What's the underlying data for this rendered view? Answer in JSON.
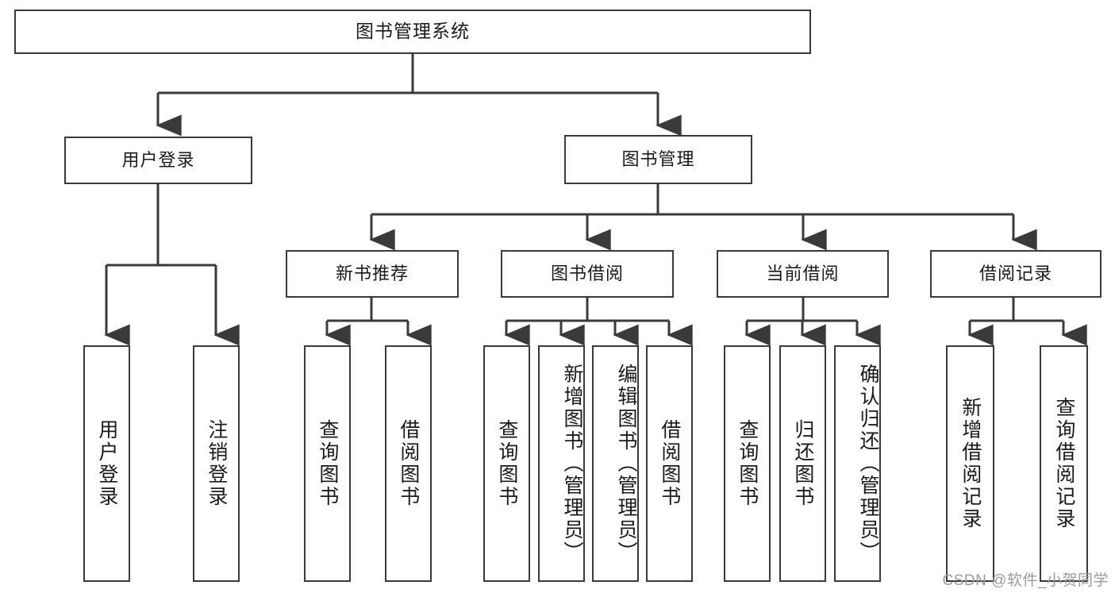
{
  "diagram": {
    "title": "图书管理系统",
    "type": "functional-structure-tree",
    "stroke_color": "#3a3a3a",
    "text_color": "#1a1a1a",
    "background": "#ffffff"
  },
  "nodes": {
    "root": {
      "label": "图书管理系统"
    },
    "level1": [
      {
        "id": "user-login",
        "label": "用户登录"
      },
      {
        "id": "book-management",
        "label": "图书管理"
      }
    ],
    "level2": [
      {
        "id": "new-book-recommend",
        "label": "新书推荐"
      },
      {
        "id": "book-borrow",
        "label": "图书借阅"
      },
      {
        "id": "current-borrow",
        "label": "当前借阅"
      },
      {
        "id": "borrow-record",
        "label": "借阅记录"
      }
    ],
    "leaves": [
      {
        "id": "leaf-user-login",
        "label": "用户登录",
        "parent": "user-login"
      },
      {
        "id": "leaf-logout",
        "label": "注销登录",
        "parent": "user-login"
      },
      {
        "id": "leaf-query-book-1",
        "label": "查询图书",
        "parent": "new-book-recommend"
      },
      {
        "id": "leaf-borrow-book-1",
        "label": "借阅图书",
        "parent": "new-book-recommend"
      },
      {
        "id": "leaf-query-book-2",
        "label": "查询图书",
        "parent": "book-borrow"
      },
      {
        "id": "leaf-add-book",
        "label": "新增图书（管理员）",
        "parent": "book-borrow"
      },
      {
        "id": "leaf-edit-book",
        "label": "编辑图书（管理员）",
        "parent": "book-borrow"
      },
      {
        "id": "leaf-borrow-book-2",
        "label": "借阅图书",
        "parent": "book-borrow"
      },
      {
        "id": "leaf-query-book-3",
        "label": "查询图书",
        "parent": "current-borrow"
      },
      {
        "id": "leaf-return-book",
        "label": "归还图书",
        "parent": "current-borrow"
      },
      {
        "id": "leaf-confirm-return",
        "label": "确认归还（管理员）",
        "parent": "current-borrow"
      },
      {
        "id": "leaf-add-borrow-record",
        "label": "新增借阅记录",
        "parent": "borrow-record"
      },
      {
        "id": "leaf-query-borrow-record",
        "label": "查询借阅记录",
        "parent": "borrow-record"
      }
    ]
  },
  "watermark": {
    "text": "CSDN @软件_小贺同学"
  }
}
